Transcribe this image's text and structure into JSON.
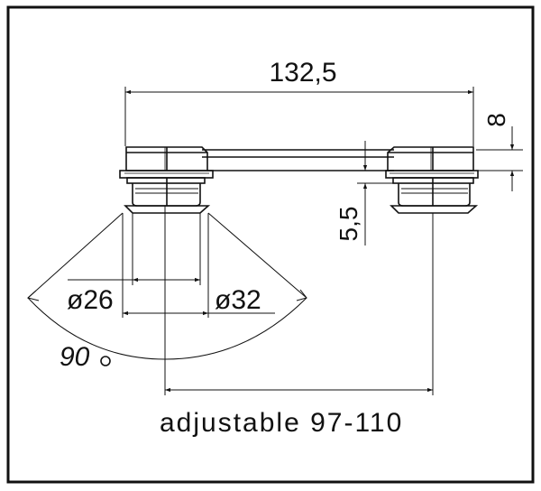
{
  "drawing": {
    "dimensions": {
      "overall_length": "132,5",
      "plate_thickness": "8",
      "foot_height": "5,5",
      "inner_diameter": "ø26",
      "outer_diameter": "ø32",
      "angle": "90",
      "adjustable_range": "adjustable 97-110"
    }
  }
}
